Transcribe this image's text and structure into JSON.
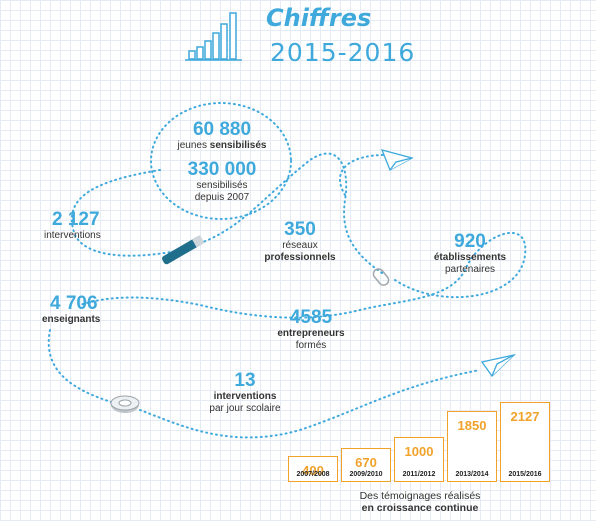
{
  "header": {
    "title_line1": "Chiffres",
    "title_line2": "2015-2016"
  },
  "icons": {
    "bars": "bar-chart-icon",
    "plane1": "paper-plane-icon",
    "plane2": "paper-plane-icon",
    "pen": "pen-icon",
    "clip": "paperclip-icon",
    "tape": "tape-roll-icon"
  },
  "colors": {
    "blue": "#3fa9dc",
    "orange": "#f0a22a"
  },
  "stats": {
    "jeunes_value": "60 880",
    "jeunes_label_plain": "jeunes ",
    "jeunes_label_bold": "sensibilisés",
    "total_value": "330 000",
    "total_label_l1": "sensibilisés",
    "total_label_l2": "depuis 2007",
    "interventions_value": "2 127",
    "interventions_label": "interventions",
    "reseaux_value": "350",
    "reseaux_label_l1": "réseaux",
    "reseaux_label_l2": "professionnels",
    "etab_value": "920",
    "etab_label_l1": "établissements",
    "etab_label_l2": "partenaires",
    "enseignants_value": "4 706",
    "enseignants_label": "enseignants",
    "entrepreneurs_value": "4585",
    "entrepreneurs_label_l1": "entrepreneurs",
    "entrepreneurs_label_l2": "formés",
    "interv_jour_value": "13",
    "interv_jour_label_l1": "interventions",
    "interv_jour_label_l2": "par jour scolaire"
  },
  "temoignages": {
    "bars": [
      {
        "value": "400",
        "year": "2007/2008",
        "level": 400
      },
      {
        "value": "670",
        "year": "2009/2010",
        "level": 670
      },
      {
        "value": "1000",
        "year": "2011/2012",
        "level": 1000
      },
      {
        "value": "1850",
        "year": "2013/2014",
        "level": 1850
      },
      {
        "value": "2127",
        "year": "2015/2016",
        "level": 2127
      }
    ],
    "caption_l1": "Des témoignages réalisés",
    "caption_l2": "en croissance continue"
  }
}
